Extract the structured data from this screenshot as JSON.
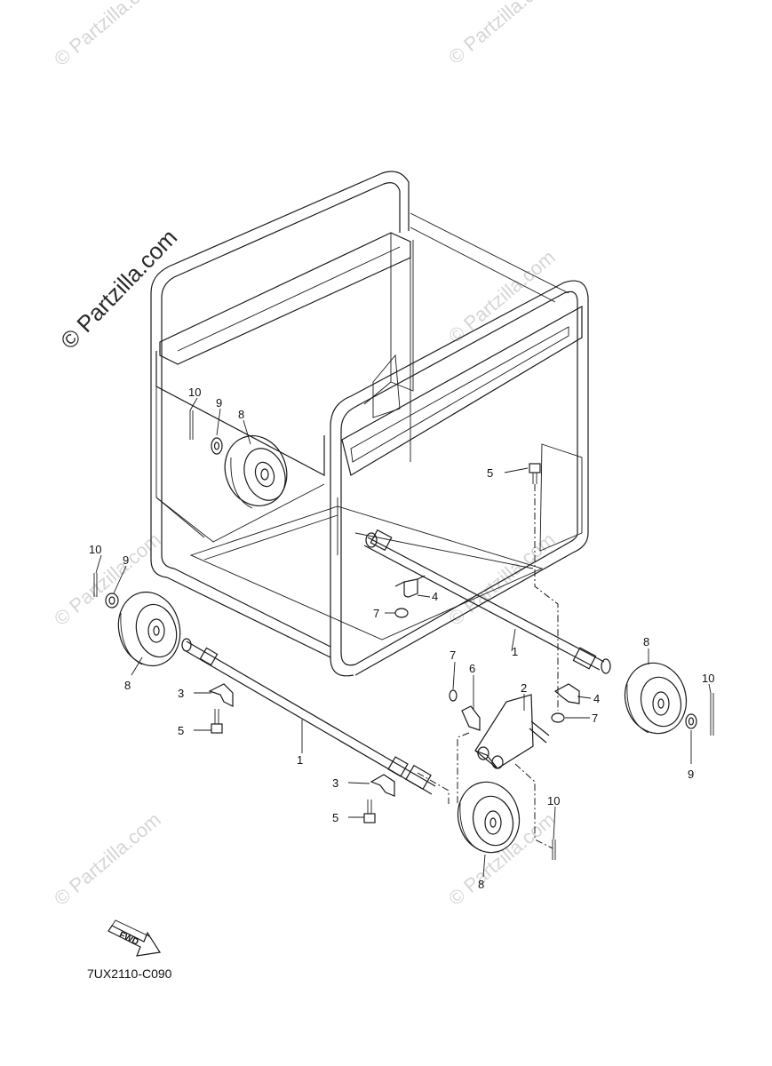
{
  "watermark": {
    "brand": "© Partzilla.com"
  },
  "diagram": {
    "code": "7UX2110-C090",
    "fwd_label": "FWD",
    "callouts": {
      "frame": "1",
      "bracket": "2",
      "clip": "3",
      "clamp": "4",
      "bolt": "5",
      "strap": "6",
      "nut": "7",
      "wheel": "8",
      "washer": "9",
      "pin": "10"
    }
  }
}
